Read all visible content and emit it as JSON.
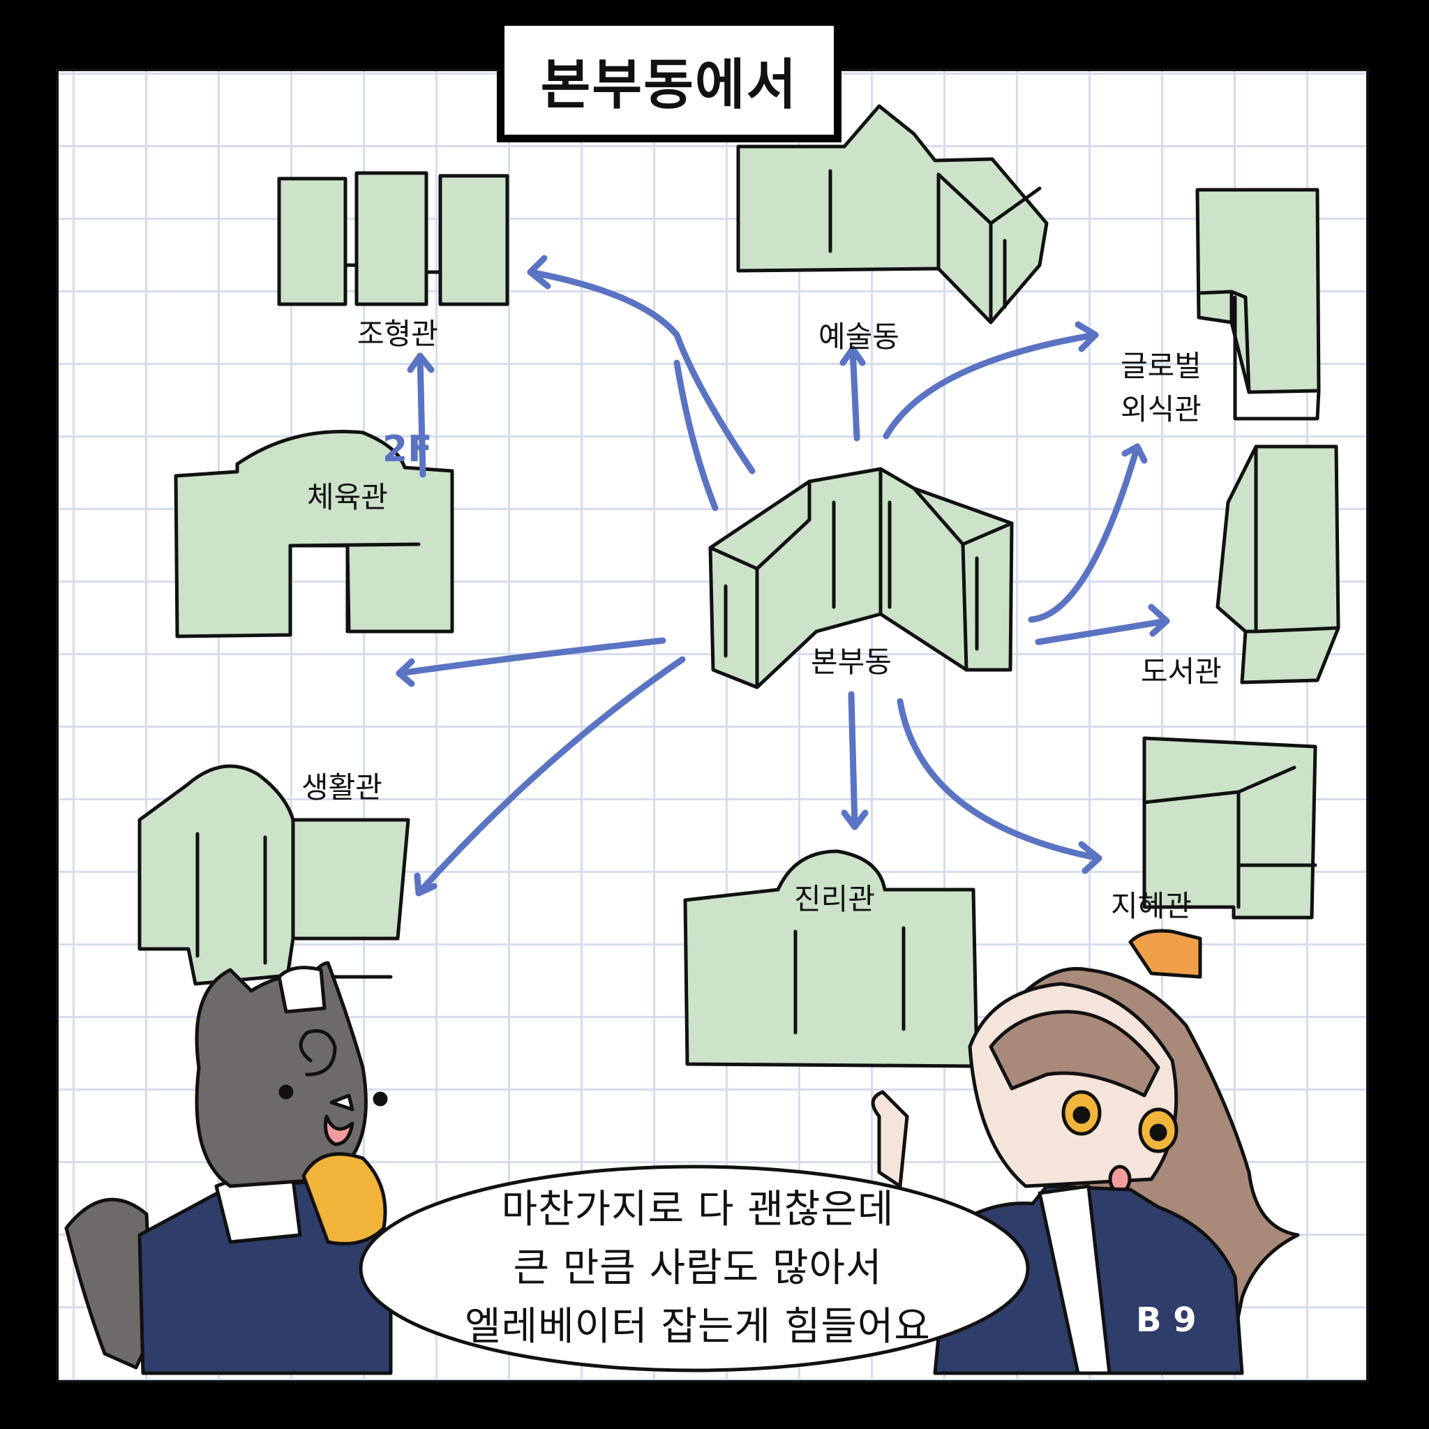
{
  "title": "본부동에서",
  "buildings": {
    "center": "본부동",
    "formative": "조형관",
    "arts": "예술동",
    "global_line1": "글로벌",
    "global_line2": "외식관",
    "sports": "체육관",
    "library": "도서관",
    "living": "생활관",
    "truth": "진리관",
    "wisdom": "지혜관"
  },
  "floor_mark": "2F",
  "speech_bubble": {
    "line1": "마찬가지로 다 괜찮은데",
    "line2": "큰 만큼 사람도 많아서",
    "line3": "엘레베이터 잡는게 힘들어요"
  },
  "jacket_letters": "B 9",
  "colors": {
    "building_fill": "#cce3c9",
    "arrow": "#5a73c2",
    "grid": "#d6dcef",
    "jacket": "#2f3d6b",
    "cat_gray": "#6d6a69",
    "hair": "#a8897a",
    "eyes": "#f0b53a"
  }
}
